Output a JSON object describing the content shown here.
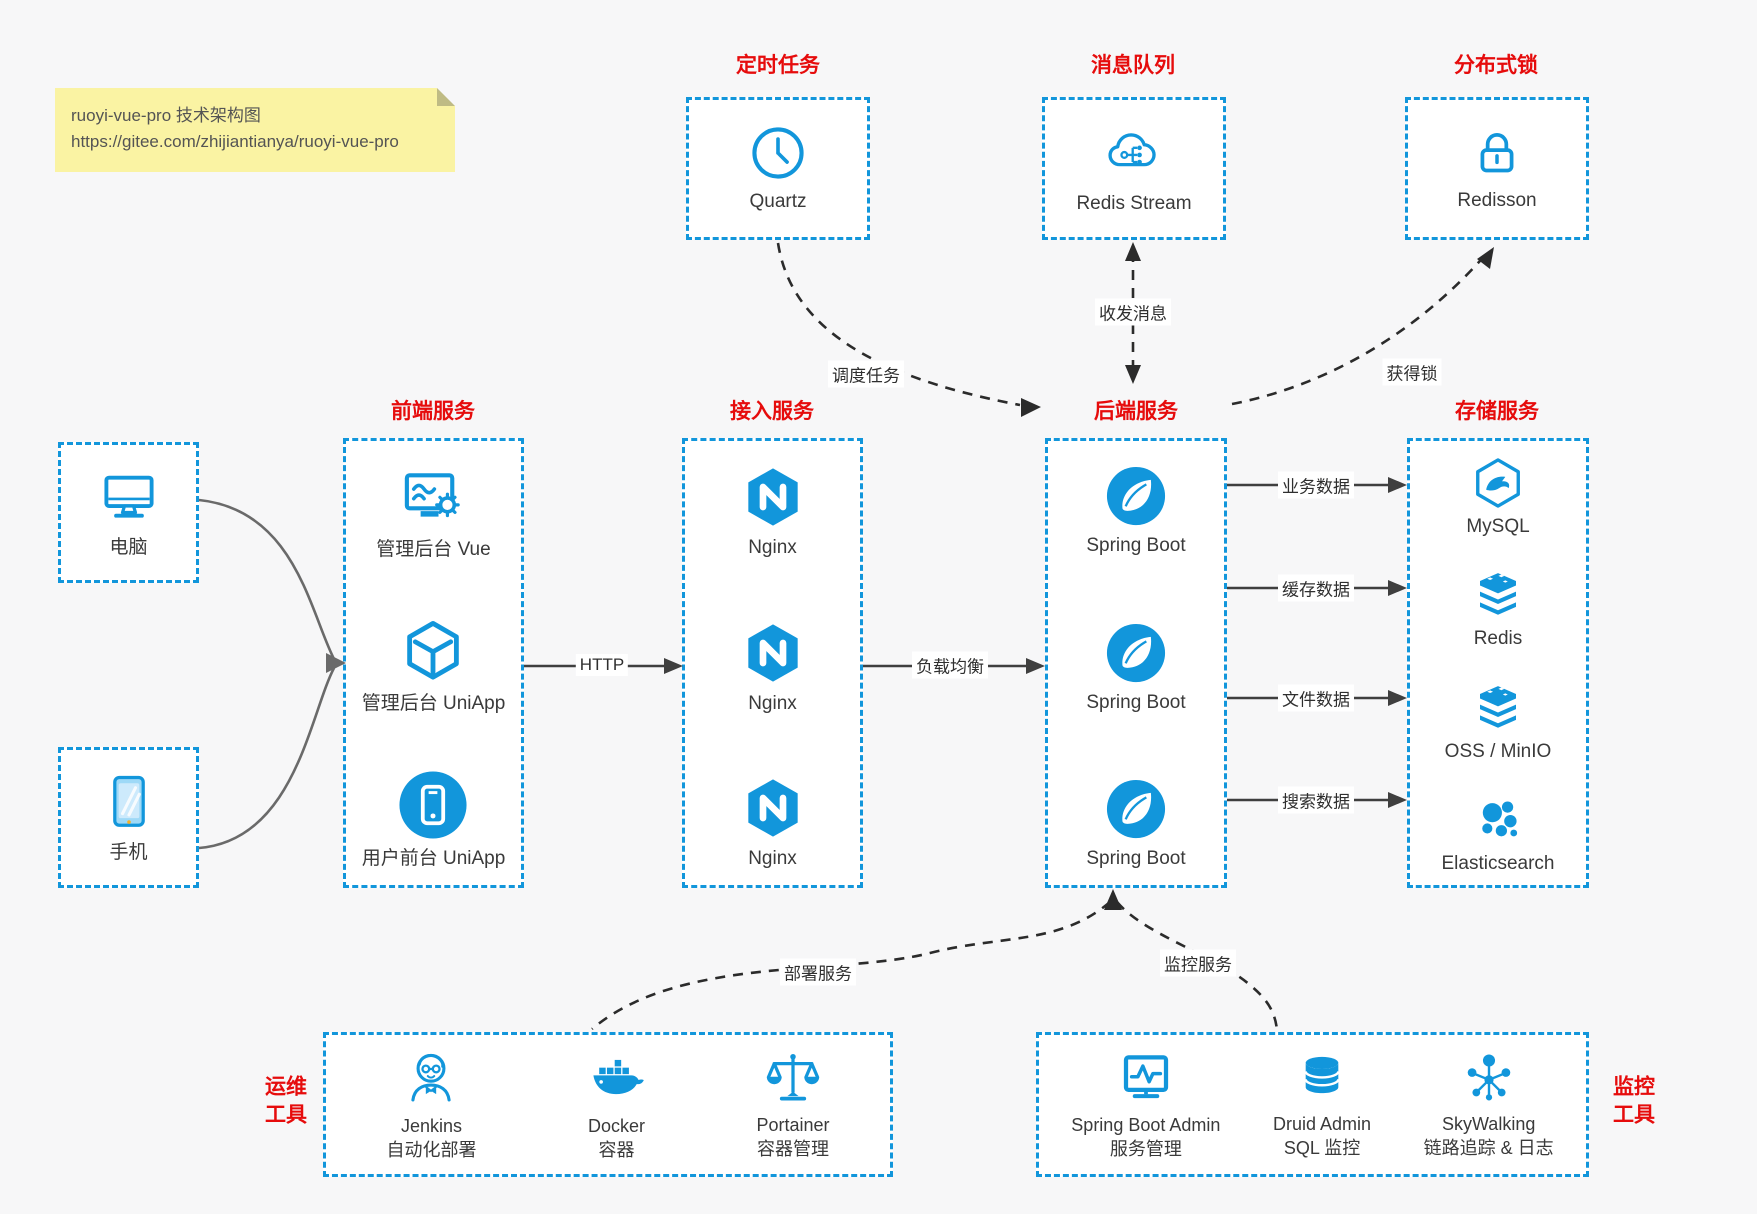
{
  "note": {
    "title": "ruoyi-vue-pro 技术架构图",
    "url": "https://gitee.com/zhijiantianya/ruoyi-vue-pro"
  },
  "colors": {
    "accent_blue": "#1296db",
    "title_red": "#e60c0c",
    "note_yellow": "#faf3a3",
    "canvas_bg": "#f7f7f8"
  },
  "top_groups": [
    {
      "title": "定时任务",
      "label": "Quartz",
      "icon": "clock-icon"
    },
    {
      "title": "消息队列",
      "label": "Redis Stream",
      "icon": "cloud-stream-icon"
    },
    {
      "title": "分布式锁",
      "label": "Redisson",
      "icon": "lock-icon"
    }
  ],
  "clients": [
    {
      "label": "电脑",
      "icon": "desktop-icon"
    },
    {
      "label": "手机",
      "icon": "phone-icon"
    }
  ],
  "groups": {
    "frontend": {
      "title": "前端服务",
      "items": [
        {
          "label": "管理后台 Vue"
        },
        {
          "label": "管理后台 UniApp"
        },
        {
          "label": "用户前台 UniApp"
        }
      ]
    },
    "gateway": {
      "title": "接入服务",
      "items": [
        {
          "label": "Nginx"
        },
        {
          "label": "Nginx"
        },
        {
          "label": "Nginx"
        }
      ]
    },
    "backend": {
      "title": "后端服务",
      "items": [
        {
          "label": "Spring Boot"
        },
        {
          "label": "Spring Boot"
        },
        {
          "label": "Spring Boot"
        }
      ]
    },
    "storage": {
      "title": "存储服务",
      "items": [
        {
          "label": "MySQL"
        },
        {
          "label": "Redis"
        },
        {
          "label": "OSS / MinIO"
        },
        {
          "label": "Elasticsearch"
        }
      ]
    }
  },
  "ops": {
    "side_label_line1": "运维",
    "side_label_line2": "工具",
    "items": [
      {
        "name": "Jenkins",
        "desc": "自动化部署"
      },
      {
        "name": "Docker",
        "desc": "容器"
      },
      {
        "name": "Portainer",
        "desc": "容器管理"
      }
    ]
  },
  "monitor": {
    "side_label_line1": "监控",
    "side_label_line2": "工具",
    "items": [
      {
        "name": "Spring Boot Admin",
        "desc": "服务管理"
      },
      {
        "name": "Druid Admin",
        "desc": "SQL 监控"
      },
      {
        "name": "SkyWalking",
        "desc": "链路追踪 & 日志"
      }
    ]
  },
  "edges": {
    "http": "HTTP",
    "load_balance": "负载均衡",
    "schedule": "调度任务",
    "messaging": "收发消息",
    "lock": "获得锁",
    "business_data": "业务数据",
    "cache_data": "缓存数据",
    "file_data": "文件数据",
    "search_data": "搜索数据",
    "deploy": "部署服务",
    "monitoring": "监控服务"
  }
}
